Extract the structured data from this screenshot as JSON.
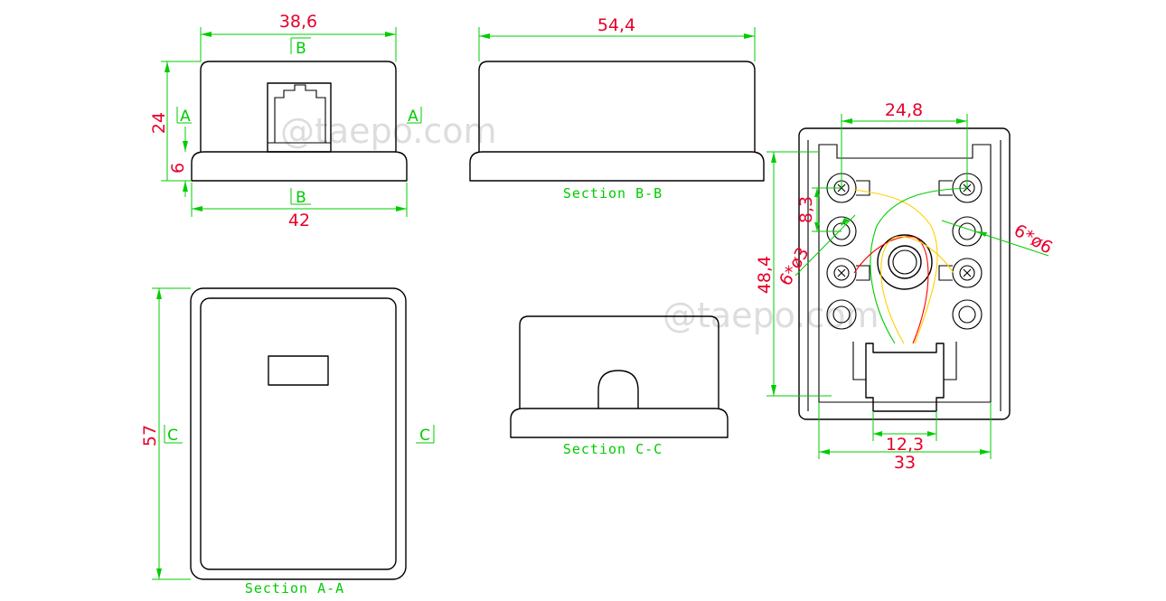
{
  "watermark": "@taepo.com",
  "dimensions": {
    "front_width_top": "38,6",
    "front_width_bottom": "42",
    "front_height": "24",
    "front_base": "6",
    "side_length": "54,4",
    "top_length": "57",
    "inner_width": "24,8",
    "inner_height": "48,4",
    "inner_spacing": "8,3",
    "hole_small": "6*ø3",
    "hole_large": "6*ø6",
    "jack_width": "12,3",
    "inner_total_width": "33"
  },
  "markers": {
    "a": "A",
    "b": "B",
    "c": "C"
  },
  "section_labels": {
    "bb": "Section B-B",
    "cc": "Section C-C",
    "aa": "Section A-A"
  },
  "colors": {
    "dimension_lines": "#00cc00",
    "dimension_text": "#e8002a",
    "outline": "#000000",
    "watermark": "#dddddd",
    "wire_red": "#ff0000",
    "wire_yellow": "#ffd000",
    "wire_green": "#00cc00"
  }
}
